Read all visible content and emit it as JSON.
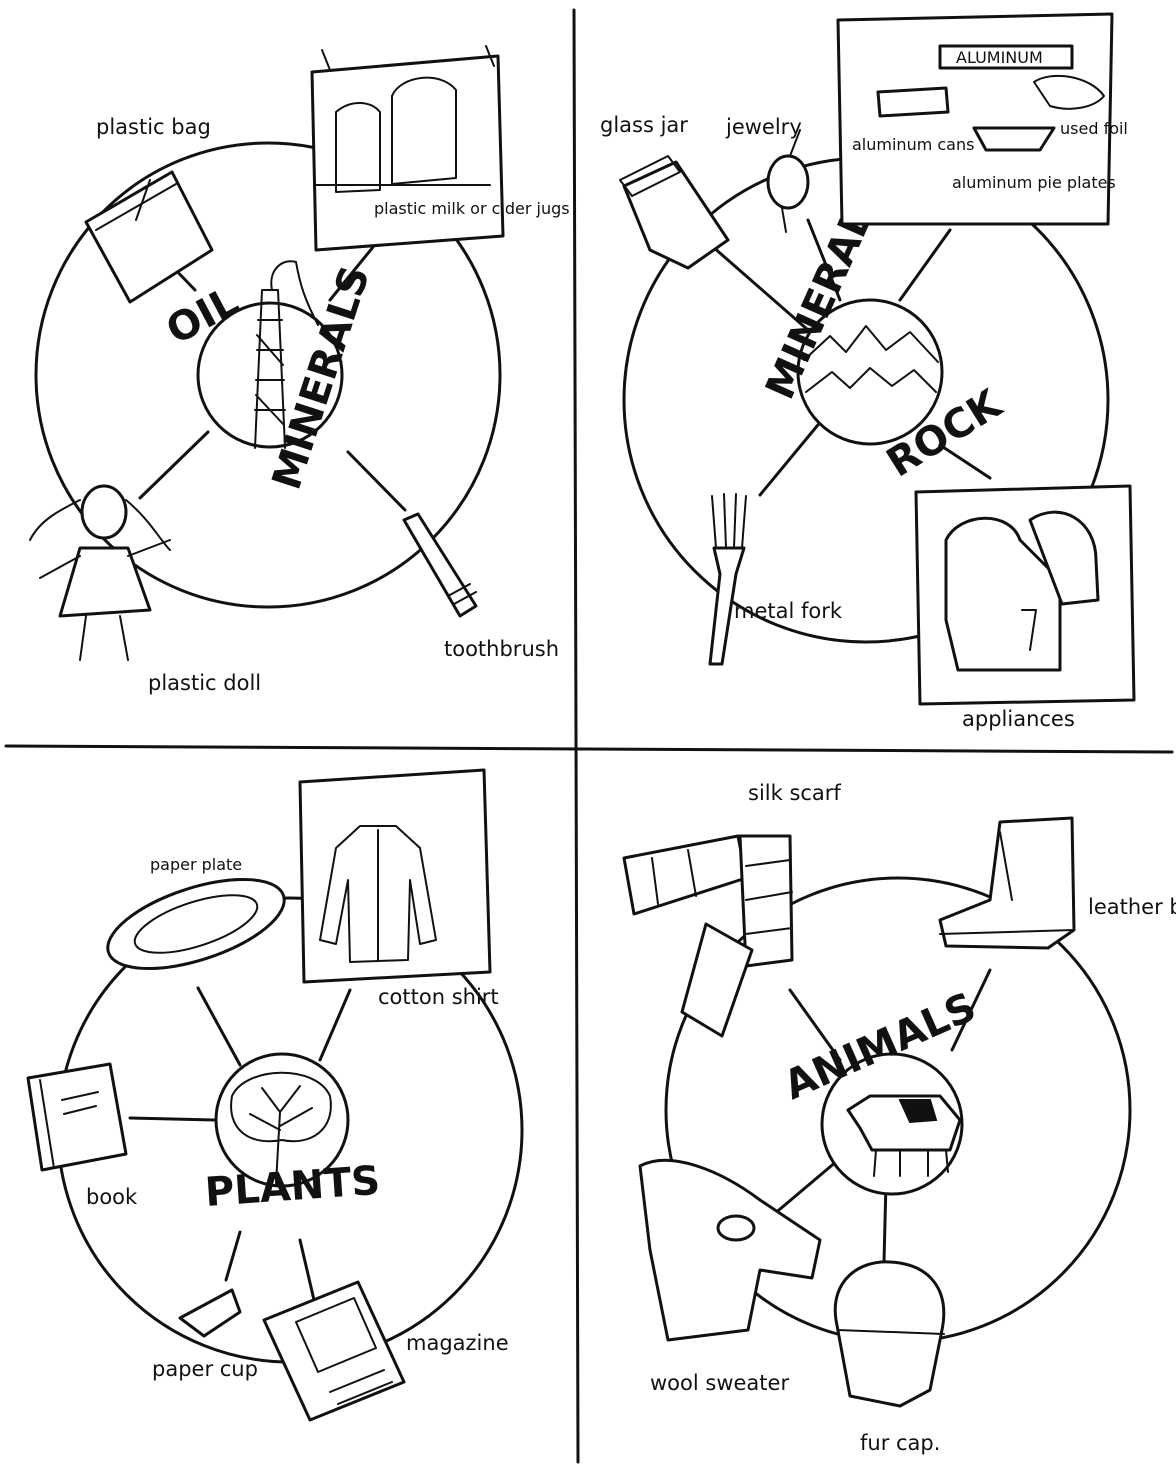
{
  "quadrants": {
    "oil_minerals": {
      "hub_words": [
        "OIL",
        "MINERALS"
      ],
      "items": {
        "plastic_bag": "plastic bag",
        "milk_jugs": "plastic milk or cider jugs",
        "plastic_doll": "plastic doll",
        "toothbrush": "toothbrush"
      }
    },
    "minerals_rock": {
      "hub_words": [
        "MINERALS",
        "ROCK"
      ],
      "items": {
        "glass_jar": "glass jar",
        "jewelry": "jewelry",
        "aluminum_bar": "ALUMINUM",
        "aluminum_cans": "aluminum cans",
        "used_foil": "used foil",
        "pie_plates": "aluminum pie plates",
        "metal_fork": "metal fork",
        "appliances": "appliances"
      }
    },
    "plants": {
      "hub_words": [
        "PLANTS"
      ],
      "items": {
        "paper_plate": "paper plate",
        "cotton_shirt": "cotton shirt",
        "book": "book",
        "paper_cup": "paper cup",
        "magazine": "magazine"
      }
    },
    "animals": {
      "hub_words": [
        "ANIMALS"
      ],
      "items": {
        "silk_scarf": "silk scarf",
        "leather_boot": "leather boot",
        "wool_sweater": "wool sweater",
        "fur_cap": "fur cap."
      }
    }
  }
}
